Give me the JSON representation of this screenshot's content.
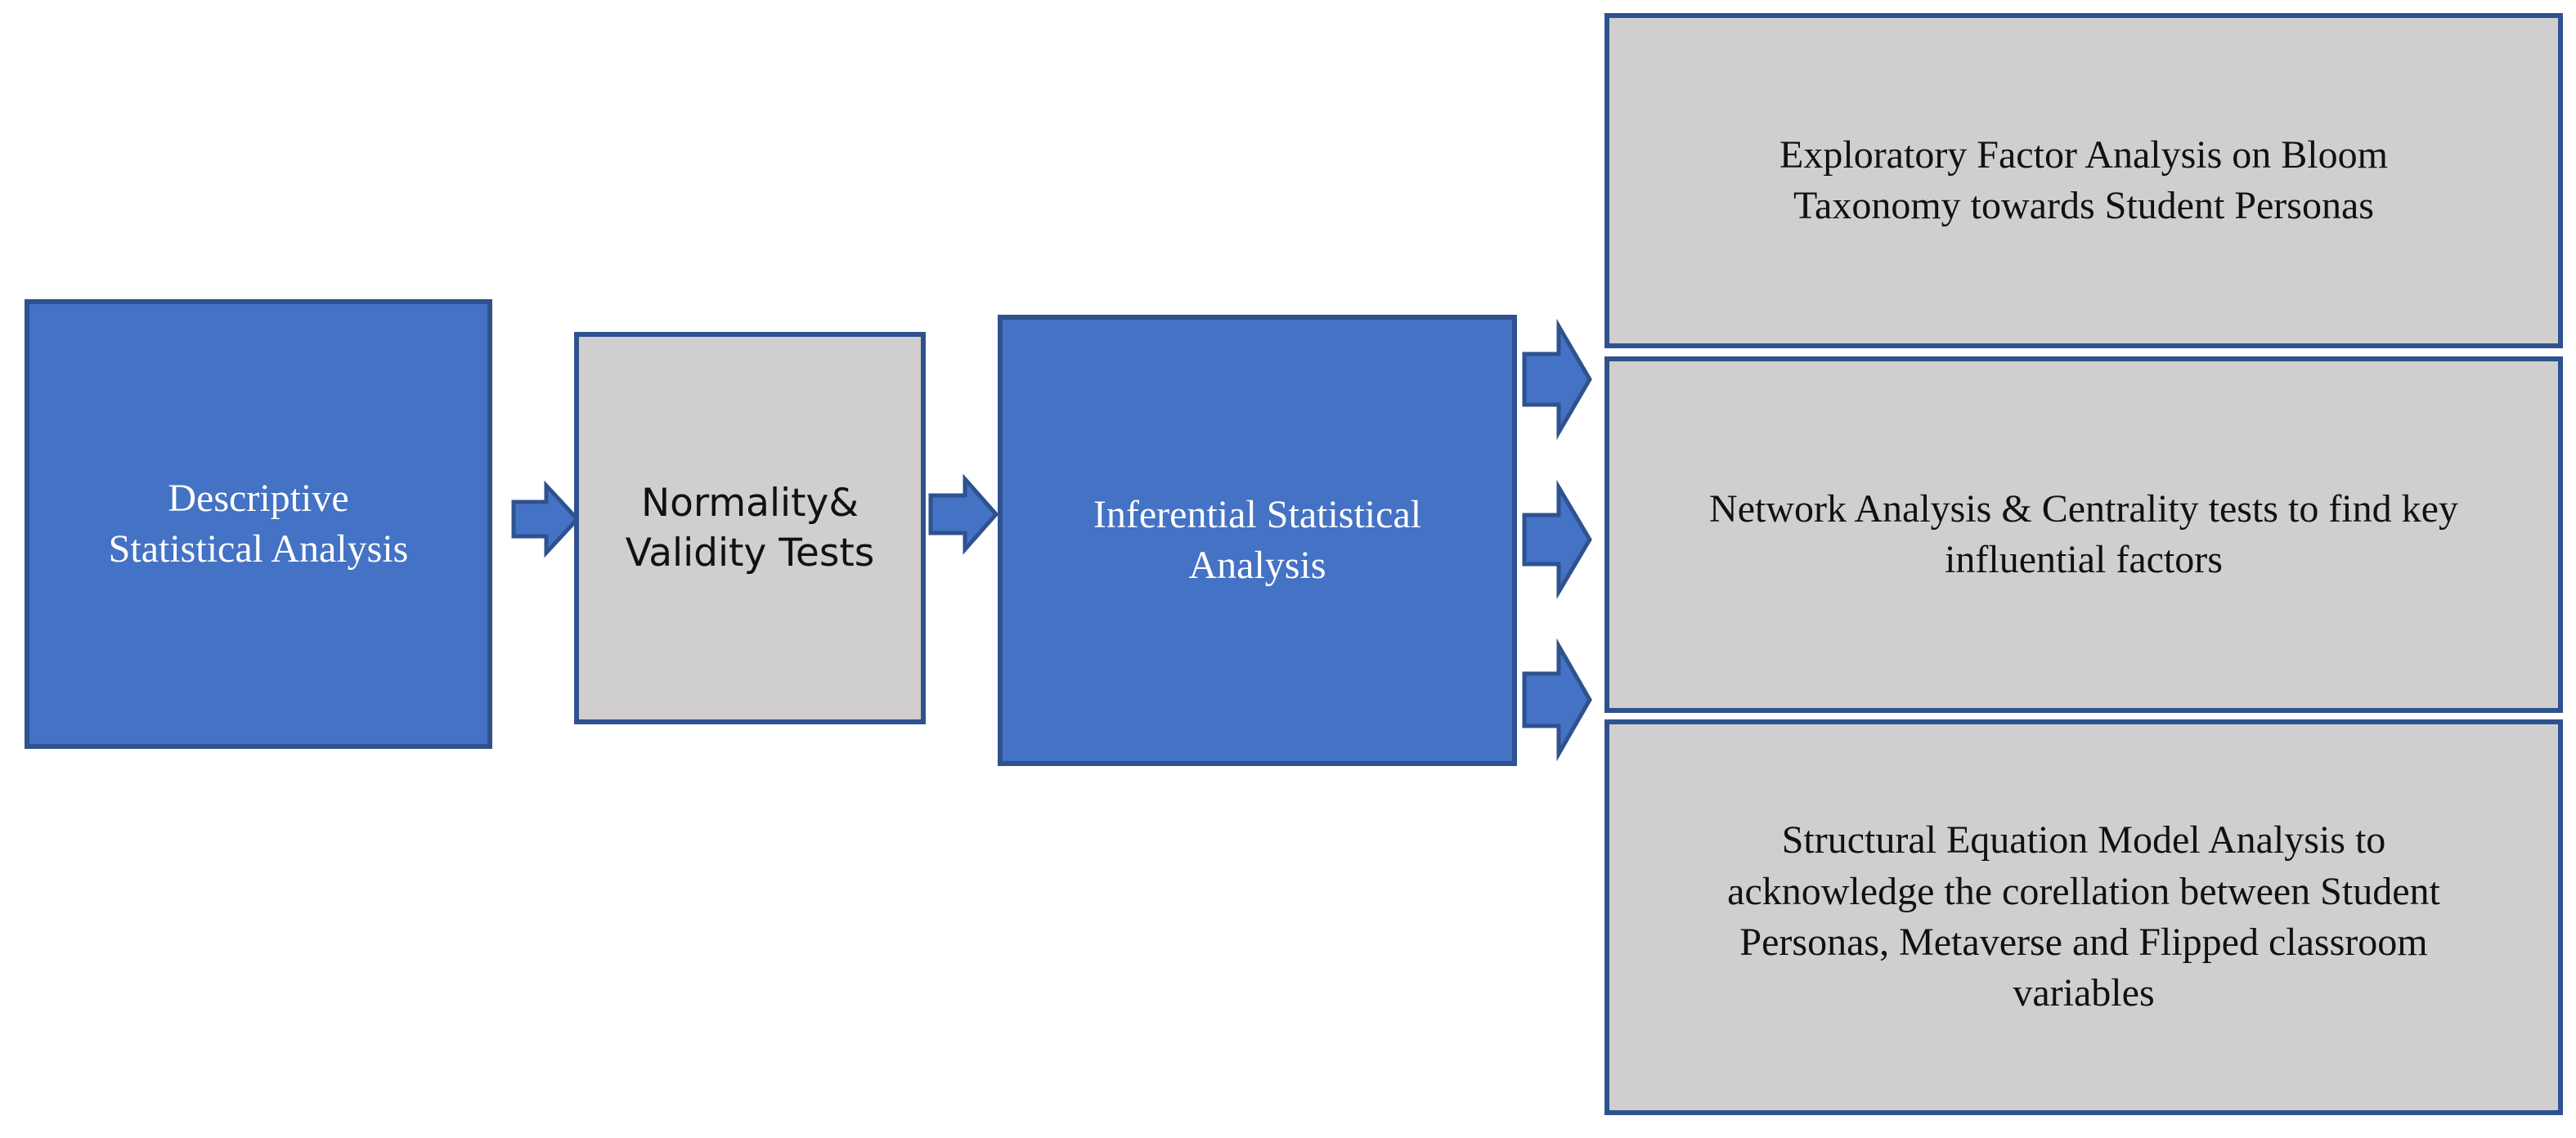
{
  "diagram": {
    "steps": {
      "descriptive": "Descriptive\nStatistical Analysis",
      "normality": "Normality&\nValidity Tests",
      "inferential": "Inferential Statistical\nAnalysis"
    },
    "outcomes": {
      "efa": "Exploratory Factor Analysis on Bloom\nTaxonomy towards Student Personas",
      "network": "Network Analysis & Centrality tests to find key\ninfluential factors",
      "sem": "Structural Equation Model Analysis to\nacknowledge the corellation between Student\nPersonas, Metaverse and Flipped classroom\nvariables"
    },
    "colors": {
      "step_fill": "#4472C4",
      "grey_fill": "#D0CECE",
      "border": "#2F528F"
    }
  }
}
